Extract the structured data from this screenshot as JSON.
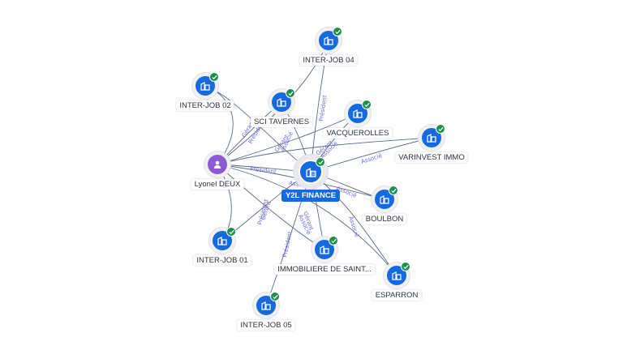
{
  "center": {
    "label": "Y2L FINANCE",
    "icon": "company-icon"
  },
  "nodes": {
    "inter_job_04": {
      "label": "INTER-JOB 04",
      "icon": "company-icon"
    },
    "inter_job_02": {
      "label": "INTER-JOB 02",
      "icon": "company-icon"
    },
    "sci_tavernes": {
      "label": "SCI TAVERNES",
      "icon": "company-icon"
    },
    "vacquerolles": {
      "label": "VACQUEROLLES",
      "icon": "company-icon"
    },
    "varinvest_immo": {
      "label": "VARINVEST IMMO",
      "icon": "company-icon"
    },
    "lyonel_deux": {
      "label": "Lyonel DEUX",
      "icon": "person-icon"
    },
    "boulbon": {
      "label": "BOULBON",
      "icon": "company-icon"
    },
    "inter_job_01": {
      "label": "INTER-JOB 01",
      "icon": "company-icon"
    },
    "immobiliere": {
      "label": "IMMOBILIERE DE SAINT...",
      "icon": "company-icon"
    },
    "esparron": {
      "label": "ESPARRON",
      "icon": "company-icon"
    },
    "inter_job_05": {
      "label": "INTER-JOB 05",
      "icon": "company-icon"
    }
  },
  "edge_labels": {
    "president_04": "Président",
    "gerant_02": "Gérant",
    "president_02": "Président",
    "gerant_sci": "Gérant",
    "associe_sci": "Associé",
    "gerant_vac": "Gérant",
    "associe_vac": "Associé",
    "associe_var": "Associé",
    "president_lyonel": "Président",
    "associe_center": "Associé",
    "associe_boul": "Associé",
    "gerant_01": "Gérant",
    "president_01": "Président",
    "gerant_imm": "Gérant",
    "associe_imm": "Associé",
    "associe_esp": "Associé",
    "president_05": "Président"
  },
  "colors": {
    "company": "#1769e0",
    "person": "#8e5bd6",
    "verified": "#1f8f4e",
    "edge": "#5b6b86",
    "edge_label": "#6a6ae0"
  }
}
